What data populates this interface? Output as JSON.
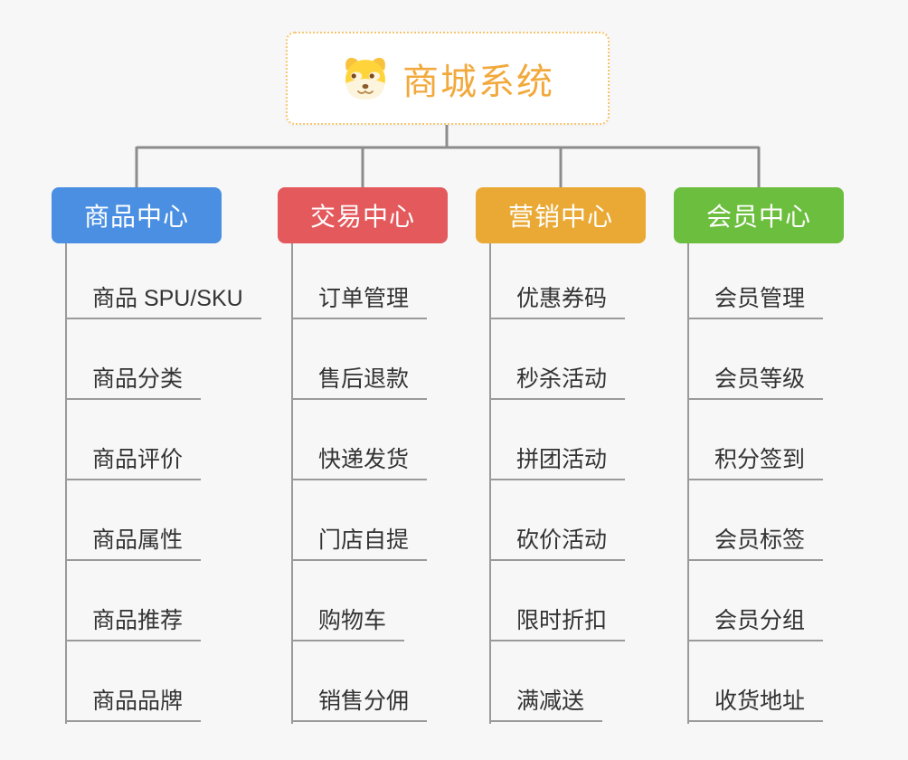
{
  "root": {
    "title": "商城系统",
    "icon": "dog-face-icon"
  },
  "branches": [
    {
      "label": "商品中心",
      "color": "#4a8fe2",
      "items": [
        "商品 SPU/SKU",
        "商品分类",
        "商品评价",
        "商品属性",
        "商品推荐",
        "商品品牌"
      ]
    },
    {
      "label": "交易中心",
      "color": "#e4595c",
      "items": [
        "订单管理",
        "售后退款",
        "快递发货",
        "门店自提",
        "购物车",
        "销售分佣"
      ]
    },
    {
      "label": "营销中心",
      "color": "#eaa935",
      "items": [
        "优惠券码",
        "秒杀活动",
        "拼团活动",
        "砍价活动",
        "限时折扣",
        "满减送"
      ]
    },
    {
      "label": "会员中心",
      "color": "#6cbe3e",
      "items": [
        "会员管理",
        "会员等级",
        "积分签到",
        "会员标签",
        "会员分组",
        "收货地址"
      ]
    }
  ],
  "colors": {
    "background": "#f7f7f7",
    "root_border": "#f7c571",
    "root_title": "#f2a93c",
    "connector": "#8c8c8c",
    "item_line": "#9a9a9a",
    "item_text": "#333333"
  }
}
